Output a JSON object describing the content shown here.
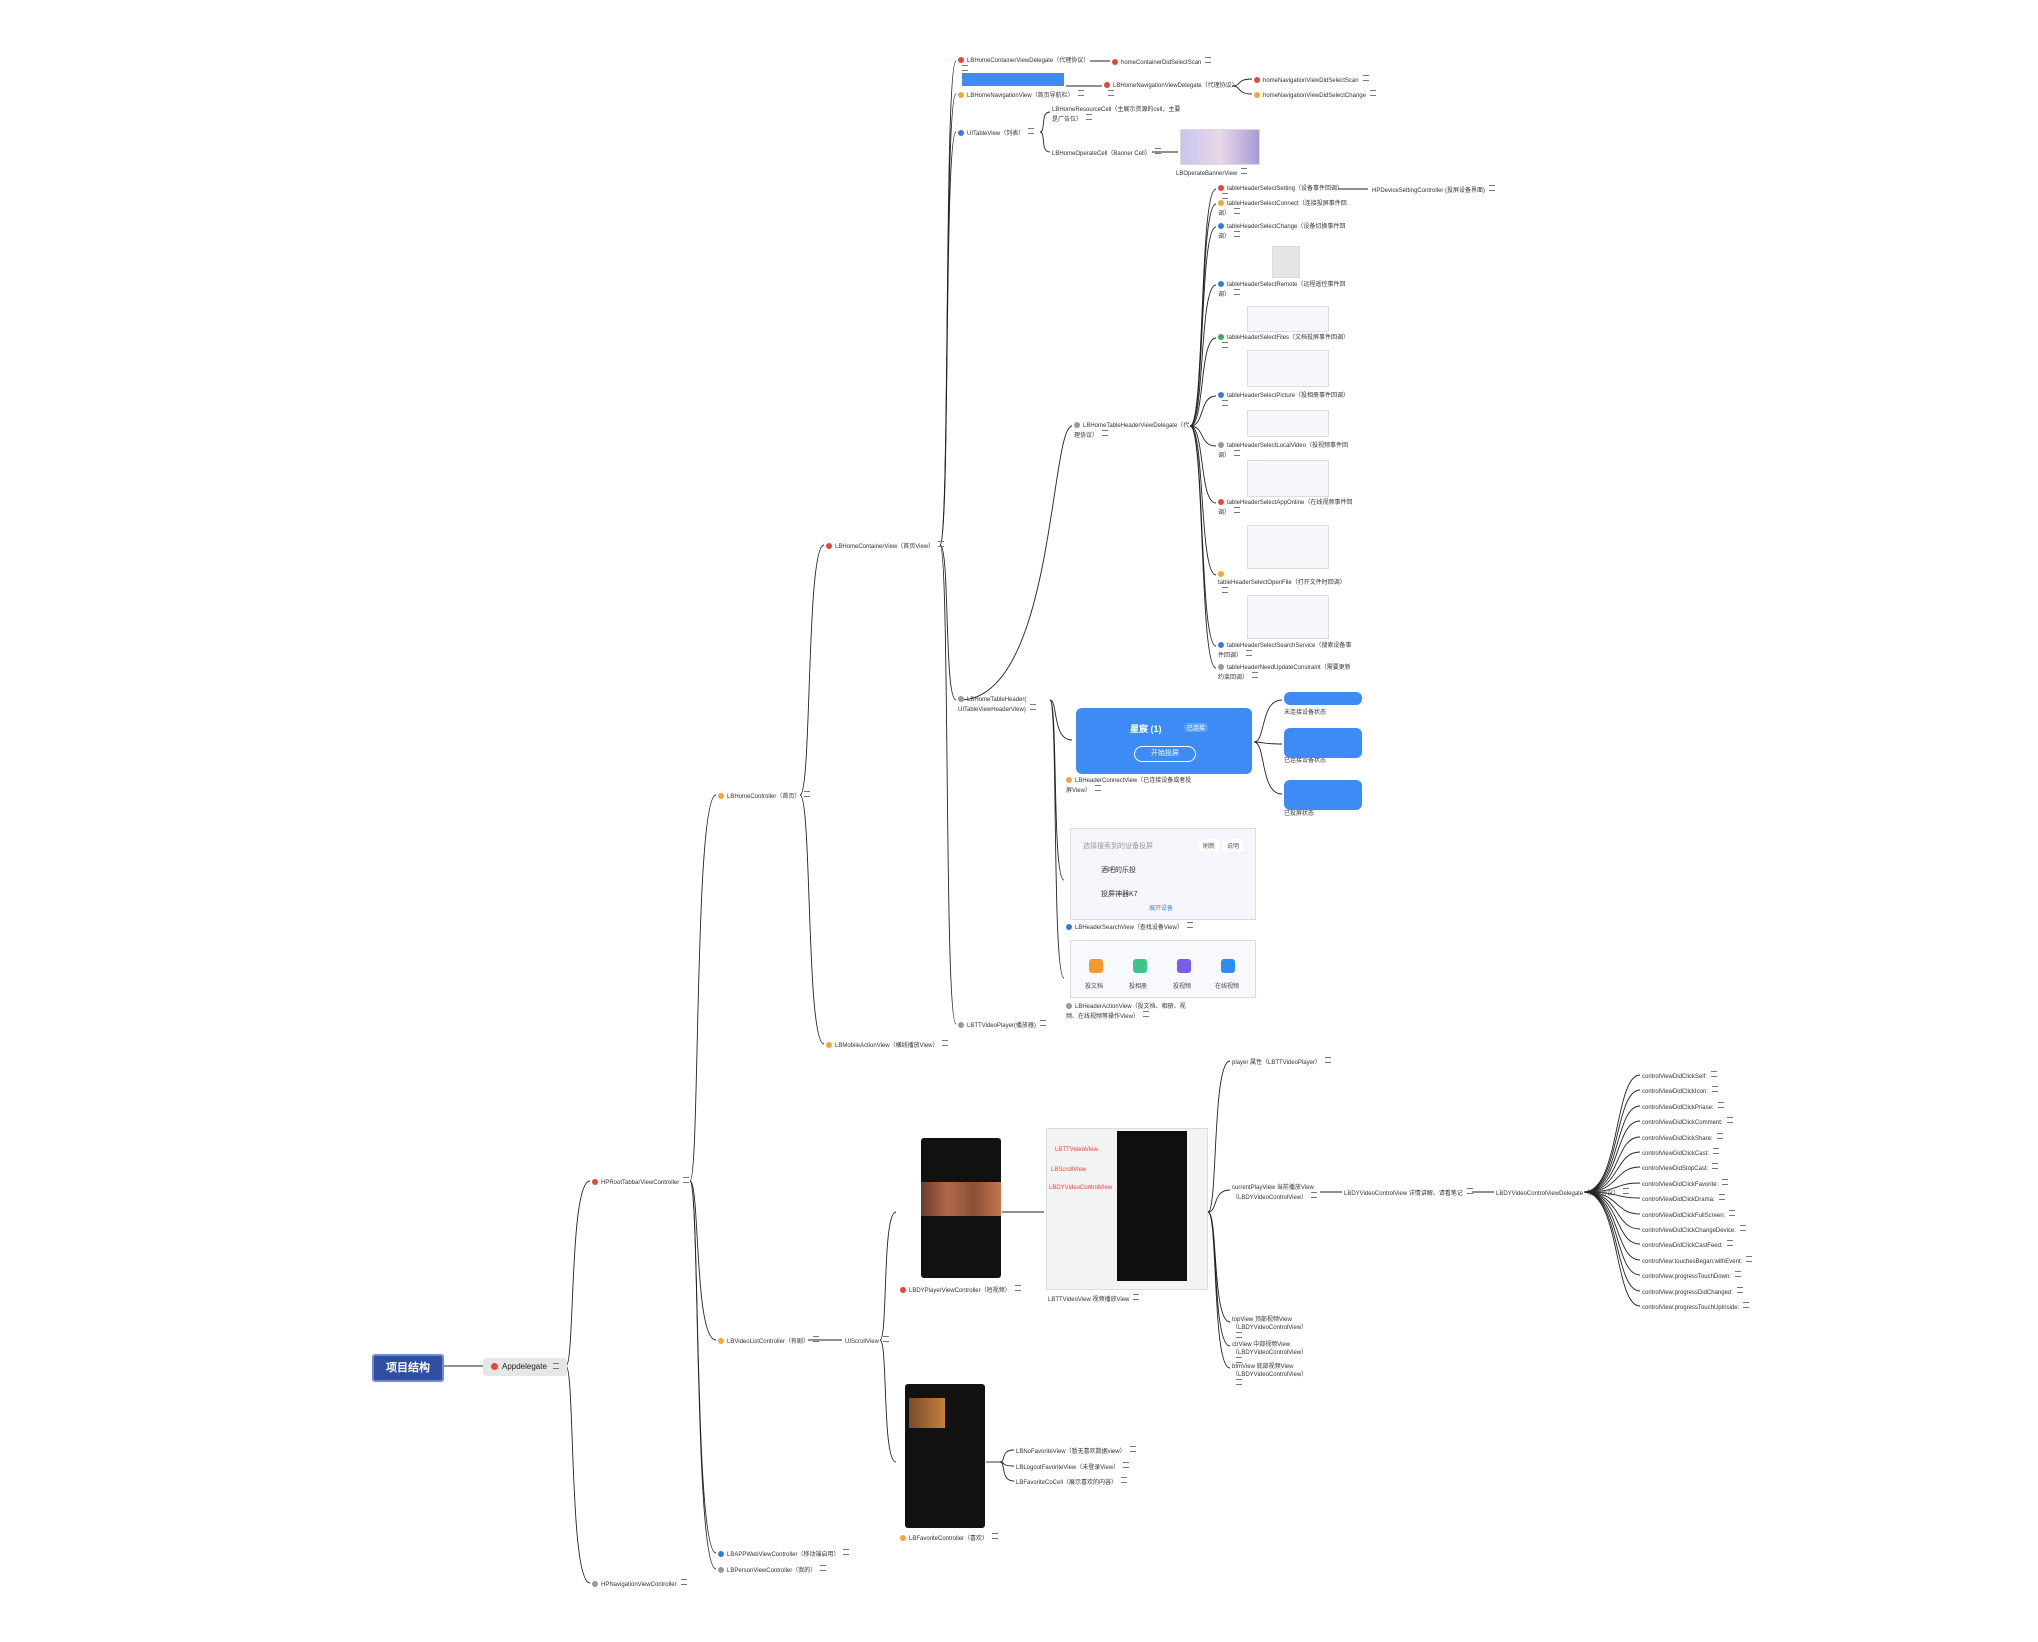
{
  "root": {
    "title": "项目结构"
  },
  "appdelegate": {
    "label": "Appdelegate"
  },
  "colors": {
    "red": "#e8463a",
    "orange": "#f2a736",
    "blue": "#3b79d9",
    "green": "#3aa757",
    "gray": "#999999",
    "root_bg": "#2f4fa3"
  },
  "level1": [
    {
      "label": "HPRootTabbarViewController",
      "color": "red"
    },
    {
      "label": "HPNavigationViewController",
      "color": "gray"
    }
  ],
  "level2": [
    {
      "label": "LBHomeController（首页）",
      "color": "orange"
    },
    {
      "label": "LBVideoListController（有剧）",
      "color": "orange"
    },
    {
      "label": "LBAPPWebViewController（移动端启用）",
      "color": "blue"
    },
    {
      "label": "LBPersonViewController（我的）",
      "color": "gray"
    }
  ],
  "home": [
    {
      "label": "LBHomeContainerView（首页View）",
      "color": "red"
    },
    {
      "label": "LBMobileActionView（横线播放View）",
      "color": "orange"
    }
  ],
  "container": [
    {
      "label": "LBHomeContainerViewDelegate（代理协议）",
      "color": "red"
    },
    {
      "label": "LBHomeNavigationView（首页导航栏）",
      "color": "orange"
    },
    {
      "label": "UITableView（列表）",
      "color": "blue"
    },
    {
      "label": "LBHomeTableHeaderViewDelegate（代理协议）",
      "color": "gray"
    },
    {
      "label": "LBHomeTableHeader( UITableViewHeaderView)",
      "color": "gray"
    },
    {
      "label": "LBTTVideoPlayer(播放器)",
      "color": "gray"
    }
  ],
  "container_leaf": {
    "scan": "homeContainerDidSelectScan",
    "nav_delegate": "LBHomeNavigationViewDelegate（代理协议）",
    "nav_scan": "homeNavigationViewDidSelectScan",
    "nav_change": "homeNavigationViewDidSelectChange",
    "resource_cell": "LBHomeResourceCell（主展示资源的cell，主要是广告位）",
    "operate_cell": "LBHomeOperateCell（Banner Cell）",
    "banner_view": "LBOperateBannerView"
  },
  "header_delegate": [
    {
      "label": "tableHeaderSelectSetting（设备事件回调）",
      "color": "red"
    },
    {
      "label": "tableHeaderSelectConnect（连接投屏事件回调）",
      "color": "orange"
    },
    {
      "label": "tableHeaderSelectChange（设备切换事件回调）",
      "color": "blue"
    },
    {
      "label": "tableHeaderSelectRemote（远程遥控事件回调）",
      "color": "blue"
    },
    {
      "label": "tableHeaderSelectFiles（文档投屏事件回调）",
      "color": "green"
    },
    {
      "label": "tableHeaderSelectPicture（投相册事件回调）",
      "color": "blue"
    },
    {
      "label": "tableHeaderSelectLocalVideo（投视频事件回调）",
      "color": "gray"
    },
    {
      "label": "tableHeaderSelectAppOnline（在线视频事件回调）",
      "color": "red"
    },
    {
      "label": "tableHeaderSelectOpenFile（打开文件时回调）",
      "color": "orange"
    },
    {
      "label": "tableHeaderSelectSearchService（搜索设备事件回调）",
      "color": "blue"
    },
    {
      "label": "tableHeaderNeedUpdateConstraint（需要更新约束回调）",
      "color": "gray"
    }
  ],
  "device_setting": "HPDeviceSettingController (投屏设备界面)",
  "table_header": [
    {
      "label": "LBHeaderConnectView（已连接设备或者投屏View）",
      "color": "orange"
    },
    {
      "label": "LBHeaderSearchView（查找设备View）",
      "color": "blue"
    },
    {
      "label": "LBHeaderActionView（投文档、相册、视频、在线视频等操作View）",
      "color": "gray"
    }
  ],
  "connect_card": {
    "title": "星宸 (1)",
    "badge": "已连接",
    "button": "开始投屏"
  },
  "connect_states": [
    "未连接设备状态",
    "已连接设备状态",
    "已投屏状态"
  ],
  "search_card": {
    "title": "选择搜索到的设备投屏",
    "btn1": "刷新",
    "btn2": "说明",
    "device1": "酒吧的乐投",
    "device2": "投屏神器K7",
    "more": "展开设备"
  },
  "action_card": {
    "items": [
      "投文档",
      "投相册",
      "投视频",
      "在线视频"
    ]
  },
  "videolist": {
    "scroll": "UIScrollView",
    "player_ctrl": "LBDYPlayerViewController（短视频）",
    "favorite_ctrl": "LBFavoriteController（喜欢）",
    "tt_view": "LBTTVideoView 视频播放View",
    "player_prop": "player 属性（LBTTVideoPlayer）",
    "current_view": "currentPlayView 当前播放View（LBDYVideoControlView）",
    "top_view": "topView 顶部视频View（LBDYVideoControlView）",
    "ctr_view": "ctrView 中部视频View（LBDYVideoControlView）",
    "btm_view": "btmView 底部视频View（LBDYVideoControlView）",
    "control_view": "LBDYVideoControlView 详情讲解、请看笔记",
    "control_delegate": "LBDYVideoControlViewDelegate（代理协议）",
    "annotations": [
      "LBTTVideoView",
      "LBScrollView",
      "LBDYVideoControlView"
    ]
  },
  "control_methods": [
    "controlViewDidClickSelf:",
    "controlViewDidClickIcon:",
    "controlViewDidClickPriase:",
    "controlViewDidClickComment:",
    "controlViewDidClickShare:",
    "controlViewDidClickCast:",
    "controlViewDidStopCast:",
    "controlViewDidClickFavorite:",
    "controlViewDidClickDrama:",
    "controlViewDidClickFullScreen:",
    "controlViewDidClickChangeDevice:",
    "controlViewDidClickCastFeed:",
    "controlView:touchesBegan:withEvent:",
    "controlView:progressTouchDown:",
    "controlView:progressDidChanged:",
    "controlView:progressTouchUpInside:"
  ],
  "favorite_children": [
    "LBNoFavoriteView（暂无喜欢数据view）",
    "LBLogoutFavoriteView（未登录View）",
    "LBFavoriteCoCell（展示喜欢的内容）"
  ]
}
